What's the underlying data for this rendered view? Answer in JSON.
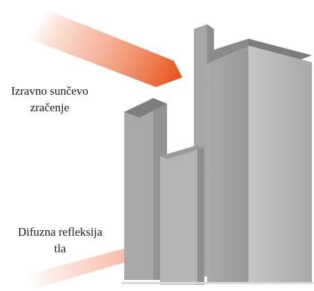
{
  "labels": {
    "direct_radiation": {
      "line1": "Izravno sunčevo",
      "line2": "zračenje"
    },
    "diffuse_reflection": {
      "line1": "Difuzna refleksija",
      "line2": "tla"
    }
  },
  "colors": {
    "direct_arrow": "#e8521c",
    "diffuse_arrow": "#f08a6a",
    "building_front": "#9a9a9a",
    "building_side": "#b9b9b9",
    "building_top": "#7a7a7a"
  }
}
